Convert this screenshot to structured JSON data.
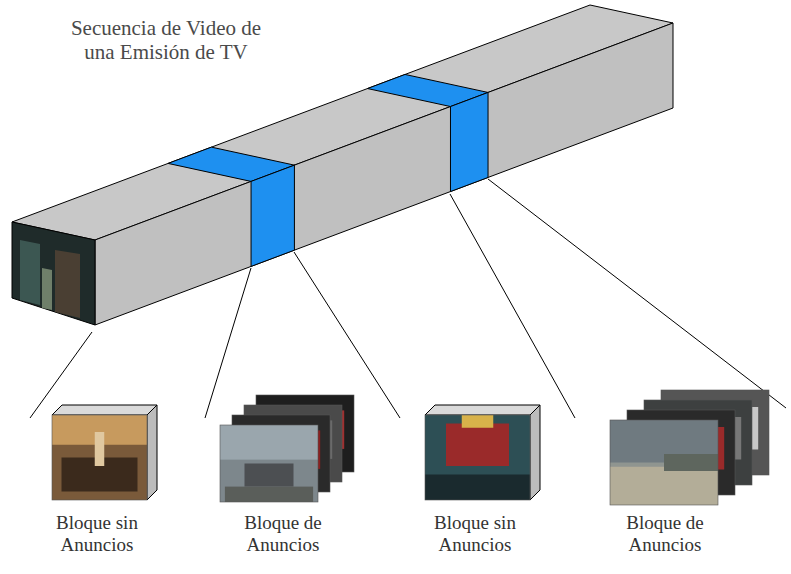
{
  "diagram": {
    "nodes": [
      {
        "text": [
          "Secuencia de Video de una Emisión de TV"
        ]
      },
      {
        "text": [
          "Bloque sin Anuncios"
        ]
      },
      {
        "text": [
          "Bloque de Anuncios"
        ]
      },
      {
        "text": [
          "Bloque sin Anuncios"
        ]
      },
      {
        "text": [
          "Bloque de Anuncios"
        ]
      }
    ]
  }
}
